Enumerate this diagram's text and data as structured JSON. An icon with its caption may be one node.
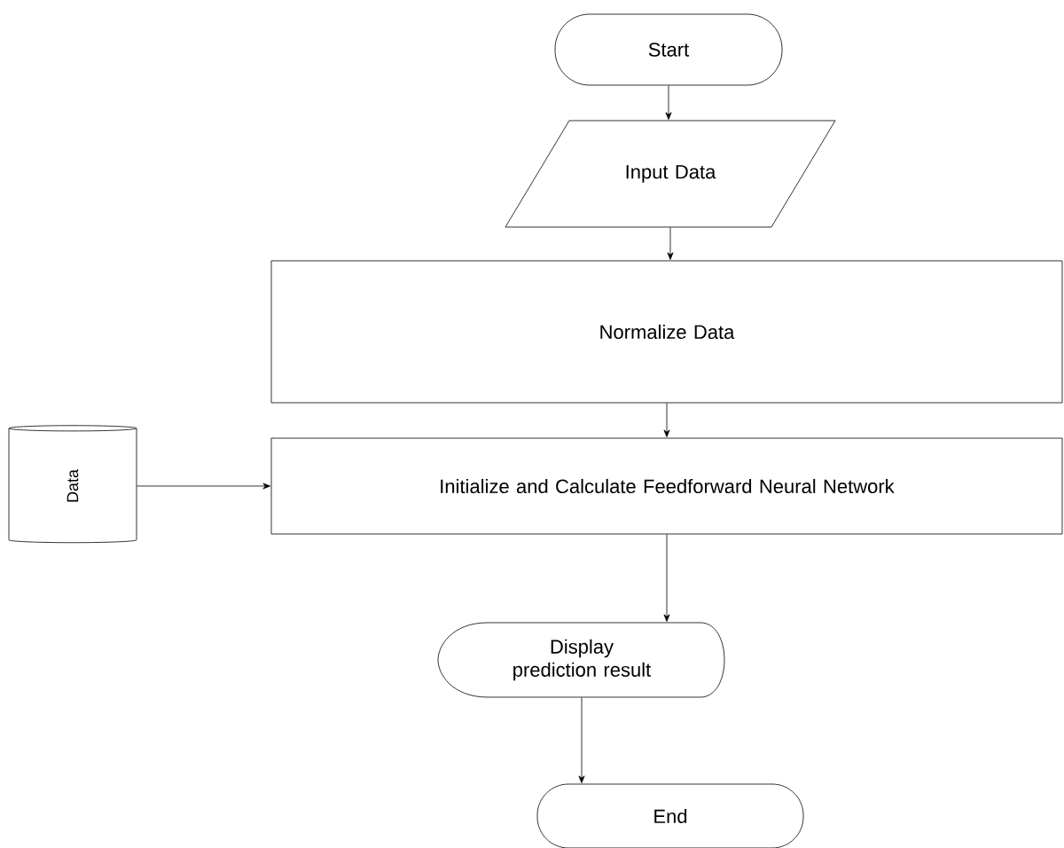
{
  "diagram": {
    "nodes": [
      {
        "text": [
          "Start"
        ]
      },
      {
        "text": [
          "Input Data"
        ]
      },
      {
        "text": [
          "Normalize Data"
        ]
      },
      {
        "text": [
          "Data"
        ]
      },
      {
        "text": [
          "Initialize and Calculate Feedforward Neural Network"
        ]
      },
      {
        "text": [
          "Display prediction result"
        ]
      },
      {
        "text": [
          "End"
        ]
      }
    ],
    "edges": [
      {
        "from": 0,
        "to": 1,
        "arrow": "to"
      },
      {
        "from": 1,
        "to": 2,
        "arrow": "to"
      },
      {
        "from": 2,
        "to": 4,
        "arrow": "to"
      },
      {
        "from": 3,
        "to": 4,
        "arrow": "to"
      },
      {
        "from": 4,
        "to": 5,
        "arrow": "to"
      },
      {
        "from": 5,
        "to": 6,
        "arrow": "to"
      }
    ]
  }
}
